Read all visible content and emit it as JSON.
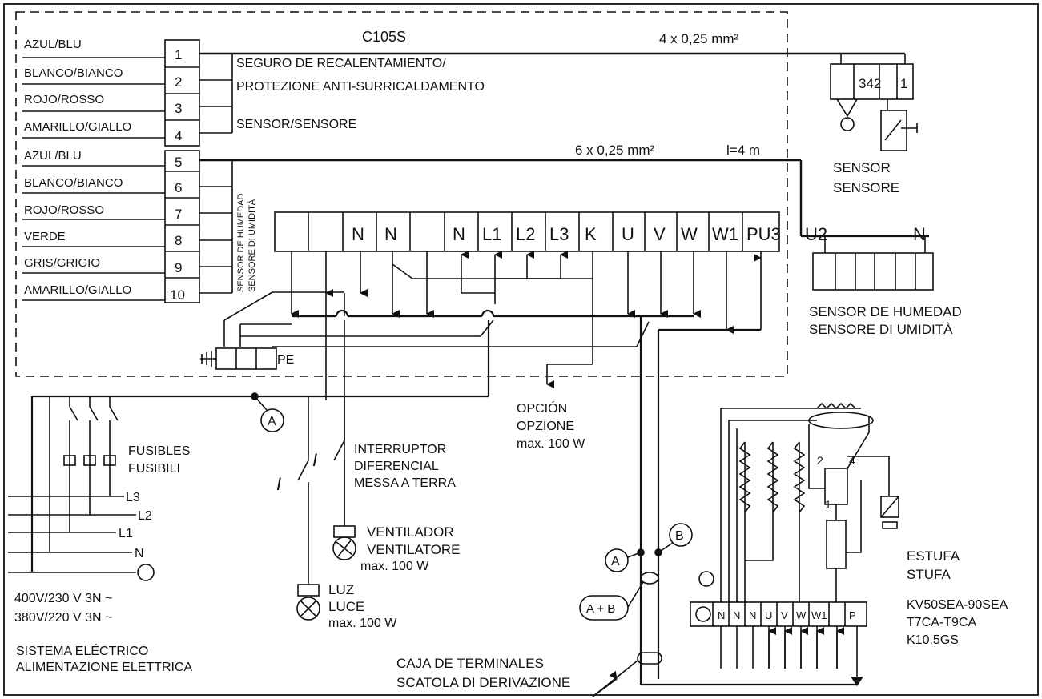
{
  "model": "C105S",
  "wire_left": [
    {
      "label": "AZUL/BLU",
      "num": "1"
    },
    {
      "label": "BLANCO/BIANCO",
      "num": "2"
    },
    {
      "label": "ROJO/ROSSO",
      "num": "3"
    },
    {
      "label": "AMARILLO/GIALLO",
      "num": "4"
    },
    {
      "label": "AZUL/BLU",
      "num": "5"
    },
    {
      "label": "BLANCO/BIANCO",
      "num": "6"
    },
    {
      "label": "ROJO/ROSSO",
      "num": "7"
    },
    {
      "label": "VERDE",
      "num": "8"
    },
    {
      "label": "GRIS/GRIGIO",
      "num": "9"
    },
    {
      "label": "AMARILLO/GIALLO",
      "num": "10"
    }
  ],
  "cable1": "4 x 0,25 mm²",
  "cable2": "6 x 0,25 mm²",
  "cable2_len": "l=4 m",
  "overheat_1": "SEGURO DE RECALENTAMIENTO/",
  "overheat_2": "PROTEZIONE ANTI-SURRICALDAMENTO",
  "sensor_label": "SENSOR/SENSORE",
  "humidity_vertical_1": "SENSOR DE HUMEDAD",
  "humidity_vertical_2": "SENSORE DI UMIDITÀ",
  "terminal_strip": [
    "",
    "",
    "N",
    "N",
    "",
    "N",
    "L1",
    "L2",
    "L3",
    "K",
    "U",
    "V",
    "W",
    "W1",
    "PU3"
  ],
  "sensor_box_nums": [
    "342",
    "1"
  ],
  "sensor_right_1": "SENSOR",
  "sensor_right_2": "SENSORE",
  "hum_box_u2": "U2",
  "hum_box_n": "N",
  "hum_right_1": "SENSOR DE HUMEDAD",
  "hum_right_2": "SENSORE DI UMIDITÀ",
  "pe": "PE",
  "node_a": "A",
  "node_b": "B",
  "node_ab": "A + B",
  "fuses_1": "FUSIBLES",
  "fuses_2": "FUSIBILI",
  "lines": [
    "L3",
    "L2",
    "L1",
    "N"
  ],
  "supply_1": "400V/230 V 3N ~",
  "supply_2": "380V/220 V 3N ~",
  "system_1": "SISTEMA ELÉCTRICO",
  "system_2": "ALIMENTAZIONE ELETTRICA",
  "i_delta": "I",
  "rcd_1": "INTERRUPTOR",
  "rcd_2": "DIFERENCIAL",
  "rcd_3": "MESSA A TERRA",
  "fan_1": "VENTILADOR",
  "fan_2": "VENTILATORE",
  "fan_3": "max. 100 W",
  "light_1": "LUZ",
  "light_2": "LUCE",
  "light_3": "max. 100 W",
  "option_1": "OPCIÓN",
  "option_2": "OPZIONE",
  "option_3": "max. 100 W",
  "jbox_1": "CAJA DE TERMINALES",
  "jbox_2": "SCATOLA DI DERIVAZIONE",
  "heater_1": "ESTUFA",
  "heater_2": "STUFA",
  "heater_3": "KV50SEA-90SEA",
  "heater_4": "T7CA-T9CA",
  "heater_5": "K10.5GS",
  "heater_terms": [
    "N",
    "N",
    "N",
    "U",
    "V",
    "W",
    "W1",
    "P"
  ],
  "relay_2": "2",
  "relay_4": "4",
  "relay_1": "1"
}
